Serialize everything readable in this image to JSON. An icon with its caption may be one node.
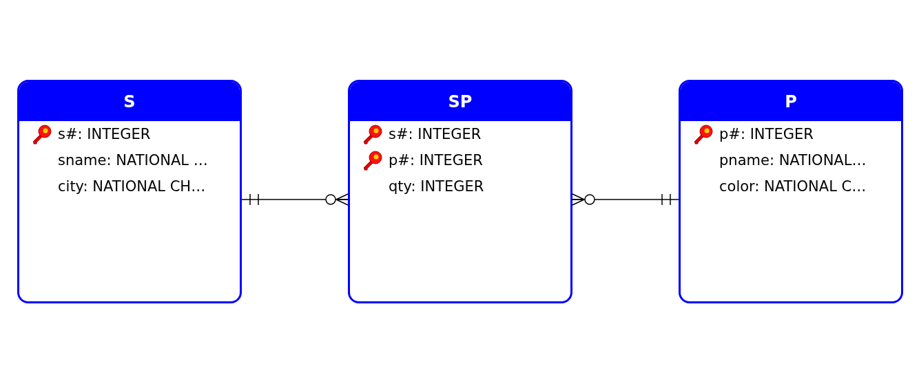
{
  "diagram": {
    "nodes": [
      {
        "text": [
          "S",
          "s#: INTEGER",
          "sname: NATIONAL …",
          "city: NATIONAL CH…"
        ]
      },
      {
        "text": [
          "SP",
          "s#: INTEGER",
          "p#: INTEGER",
          "qty: INTEGER"
        ]
      },
      {
        "text": [
          "P",
          "p#: INTEGER",
          "pname: NATIONAL…",
          "color: NATIONAL C…"
        ]
      }
    ],
    "edges": [
      {
        "from": 0,
        "to": 1,
        "arrow": "other"
      },
      {
        "from": 2,
        "to": 1,
        "arrow": "other"
      }
    ]
  }
}
